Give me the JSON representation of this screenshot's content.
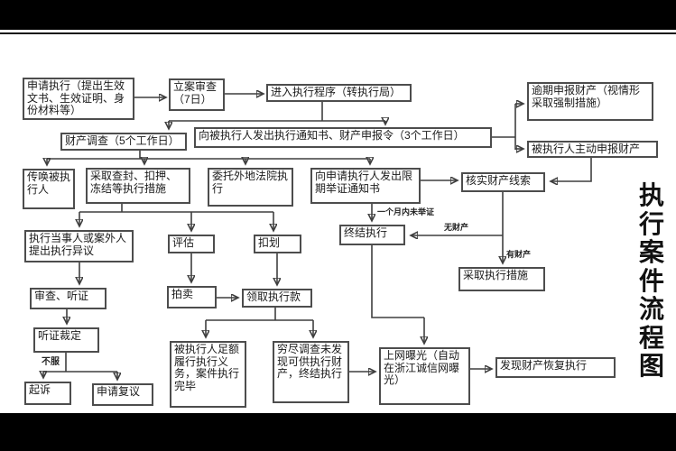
{
  "page": {
    "vertical_title": "执行案件流程图"
  },
  "boxes": {
    "apply": "申请执行（提出生效文书、生效证明、身份材料等）",
    "filing_review": "立案审查（7日）",
    "enter_procedure": "进入执行程序（转执行局）",
    "notice_order": "向被执行人发出执行通知书、财产申报令（3个工作日）",
    "property_investigation": "财产调查（5个工作日）",
    "overdue_declaration": "逾期申报财产（视情形采取强制措施）",
    "voluntary_declaration": "被执行人主动申报财产",
    "summon_debtor": "传唤被执行人",
    "seizure_measures": "采取查封、扣押、冻结等执行措施",
    "entrust_court": "委托外地法院执行",
    "evidence_notice": "向申请执行人发出限期举证通知书",
    "verify_clues": "核实财产线索",
    "objection": "执行当事人或案外人提出执行异议",
    "appraisal": "评估",
    "deduction": "扣划",
    "terminate_execution": "终结执行",
    "review_hearing": "审查、听证",
    "auction": "拍卖",
    "receive_payment": "领取执行款",
    "take_measures": "采取执行措施",
    "hearing_ruling": "听证裁定",
    "lawsuit": "起诉",
    "reconsideration": "申请复议",
    "case_completed": "被执行人足额履行执行义务，案件执行完毕",
    "exhausted_investigation": "穷尽调查未发现可供执行财产，终结执行",
    "online_exposure": "上网曝光（自动在浙江诚信网曝光）",
    "resume_execution": "发现财产恢复执行"
  },
  "edge_labels": {
    "dissatisfied": "不服",
    "no_evidence_in_month": "一个月内未举证",
    "no_property": "无财产",
    "has_property": "有财产"
  },
  "colors": {
    "line": "#3f3f3f",
    "box_border": "#4d4d4d",
    "text": "#1a1a1a",
    "background": "#ffffff",
    "letterbox": "#000000"
  }
}
